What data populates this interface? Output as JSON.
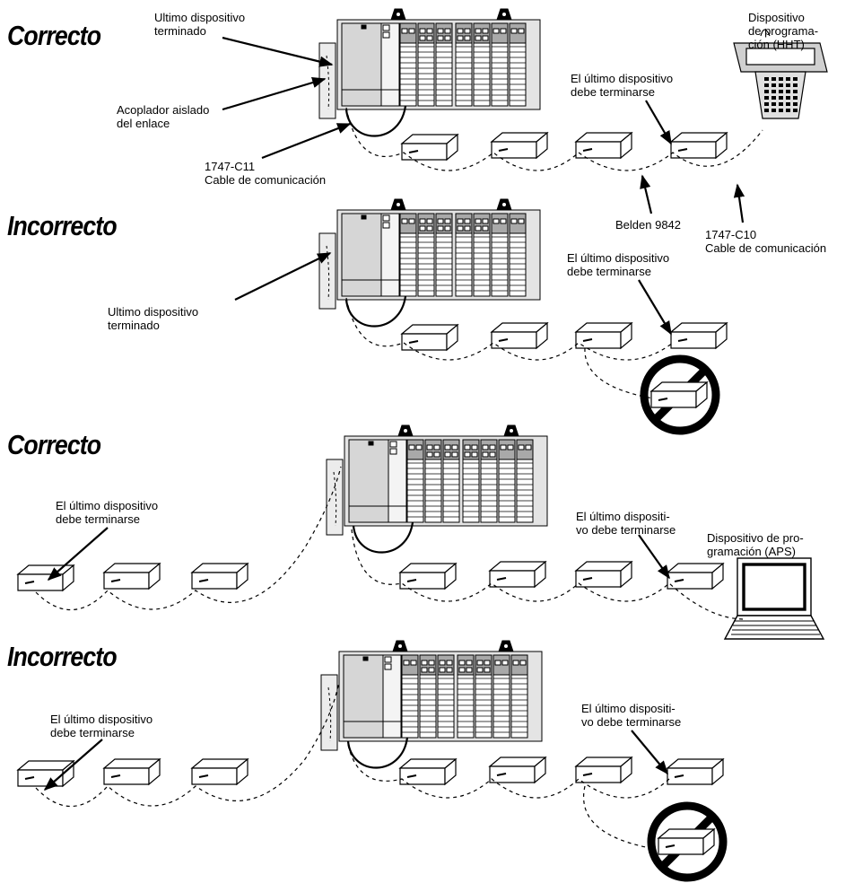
{
  "panels": [
    {
      "heading": "Correcto",
      "labels": {
        "last_terminated": "Ultimo dispositivo\nterminado",
        "coupler": "Acoplador aislado\ndel enlace",
        "cable_c11": "1747-C11\nCable de comunicación",
        "must_terminate": "El último dispositivo\ndebe terminarse",
        "hht": "Dispositivo\nde programa-\nción (HHT)",
        "belden": "Belden 9842",
        "cable_c10": "1747-C10\nCable de comunicación"
      }
    },
    {
      "heading": "Incorrecto",
      "labels": {
        "last_terminated": "Ultimo dispositivo\nterminado",
        "must_terminate": "El último dispositivo\ndebe terminarse"
      }
    },
    {
      "heading": "Correcto",
      "labels": {
        "left_must_terminate": "El último dispositivo\ndebe terminarse",
        "right_must_terminate": "El último dispositi-\nvo debe terminarse",
        "aps": "Dispositivo de pro-\ngramación (APS)"
      }
    },
    {
      "heading": "Incorrecto",
      "labels": {
        "left_must_terminate": "El último dispositivo\ndebe terminarse",
        "right_must_terminate": "El último dispositi-\nvo debe terminarse"
      }
    }
  ]
}
